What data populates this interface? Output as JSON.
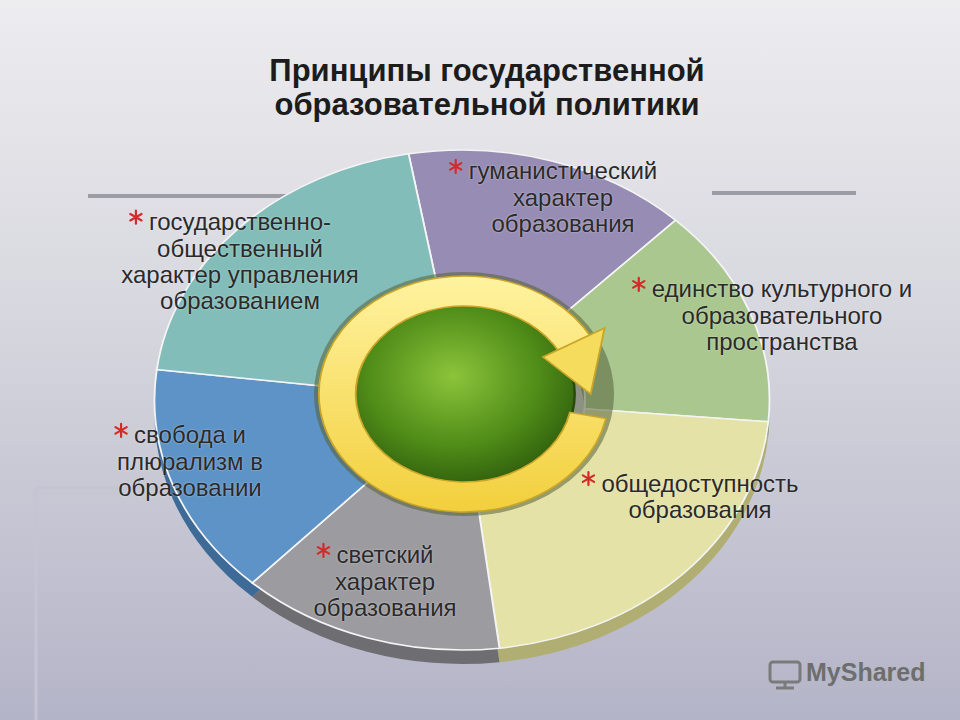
{
  "diagram": {
    "title": "Принципы государственной образовательной политики",
    "nodes": [
      {
        "text": [
          "гуманистический характер образования"
        ]
      },
      {
        "text": [
          "единство культурного и образовательного пространства"
        ]
      },
      {
        "text": [
          "общедоступность образования"
        ]
      },
      {
        "text": [
          "светский характер образования"
        ]
      },
      {
        "text": [
          "свобода и плюрализм в образовании"
        ]
      },
      {
        "text": [
          "государственно- общественный характер управления образованием"
        ]
      }
    ],
    "labels": [
      "MyShared"
    ]
  }
}
